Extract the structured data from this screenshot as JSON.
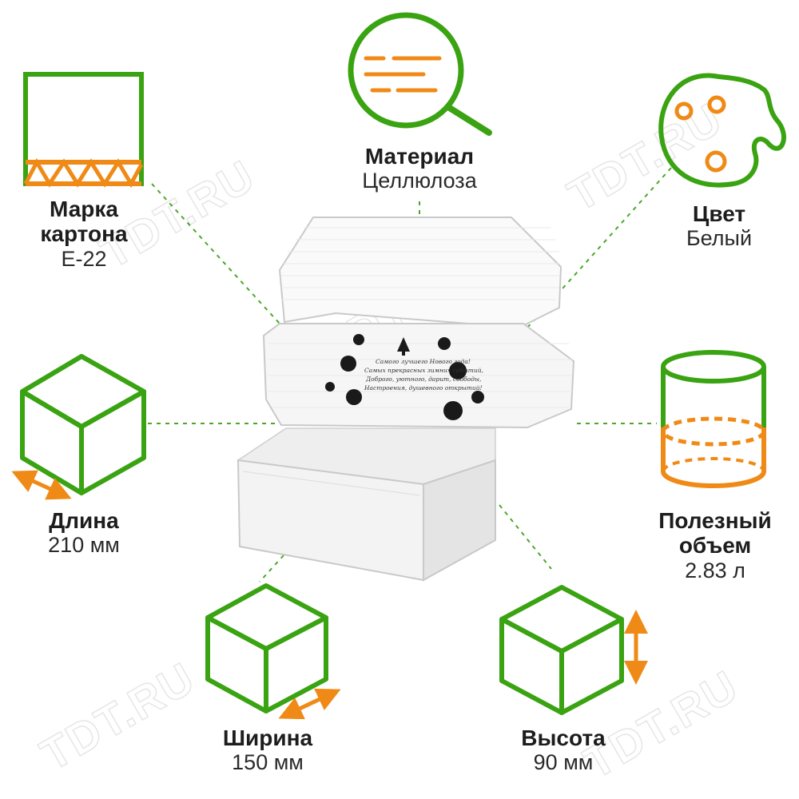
{
  "colors": {
    "green": "#3aa312",
    "orange": "#f08a16",
    "dash": "#49a82a",
    "box_edge": "#c9c9c9"
  },
  "watermark": "TDT.RU",
  "box_card": {
    "lines": [
      "Самого лучшего Нового года!",
      "Самых прекрасных зимних событий,",
      "Доброго, уютного, дарит, свободы,",
      "Настроения, душевного открытий!"
    ]
  },
  "specs": {
    "brand": {
      "title_line1": "Марка",
      "title_line2": "картона",
      "value": "E-22",
      "icon": "corrugated-cardboard-icon"
    },
    "material": {
      "title": "Материал",
      "value": "Целлюлоза",
      "icon": "magnifier-icon"
    },
    "color": {
      "title": "Цвет",
      "value": "Белый",
      "icon": "palette-icon"
    },
    "length": {
      "title": "Длина",
      "value": "210 мм",
      "icon": "cube-length-icon"
    },
    "volume": {
      "title_line1": "Полезный",
      "title_line2": "объем",
      "value": "2.83 л",
      "icon": "cylinder-volume-icon"
    },
    "width": {
      "title": "Ширина",
      "value": "150 мм",
      "icon": "cube-width-icon"
    },
    "height": {
      "title": "Высота",
      "value": "90 мм",
      "icon": "cube-height-icon"
    }
  }
}
